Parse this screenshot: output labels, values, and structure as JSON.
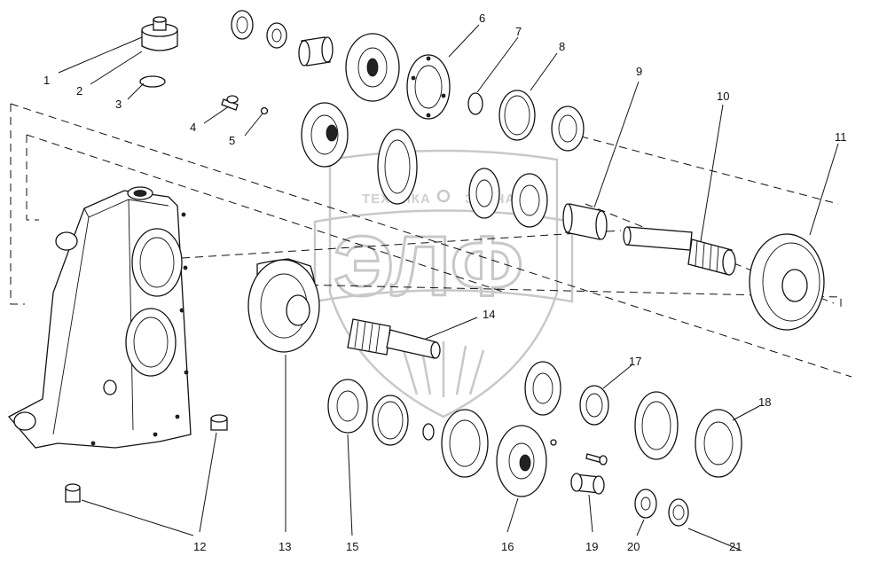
{
  "watermark": {
    "left_word": "ТЕХНИКА",
    "right_word": "ЗАПЧАСТИ",
    "logo_letters": "ЭЛФ"
  },
  "callouts": [
    {
      "id": "1",
      "label": "1"
    },
    {
      "id": "2",
      "label": "2"
    },
    {
      "id": "3",
      "label": "3"
    },
    {
      "id": "4",
      "label": "4"
    },
    {
      "id": "5",
      "label": "5"
    },
    {
      "id": "6",
      "label": "6"
    },
    {
      "id": "7",
      "label": "7"
    },
    {
      "id": "8",
      "label": "8"
    },
    {
      "id": "9",
      "label": "9"
    },
    {
      "id": "10",
      "label": "10"
    },
    {
      "id": "11",
      "label": "11"
    },
    {
      "id": "12",
      "label": "12"
    },
    {
      "id": "13",
      "label": "13"
    },
    {
      "id": "14",
      "label": "14"
    },
    {
      "id": "15",
      "label": "15"
    },
    {
      "id": "16",
      "label": "16"
    },
    {
      "id": "17",
      "label": "17"
    },
    {
      "id": "18",
      "label": "18"
    },
    {
      "id": "19",
      "label": "19"
    },
    {
      "id": "20",
      "label": "20"
    },
    {
      "id": "21",
      "label": "21"
    }
  ]
}
